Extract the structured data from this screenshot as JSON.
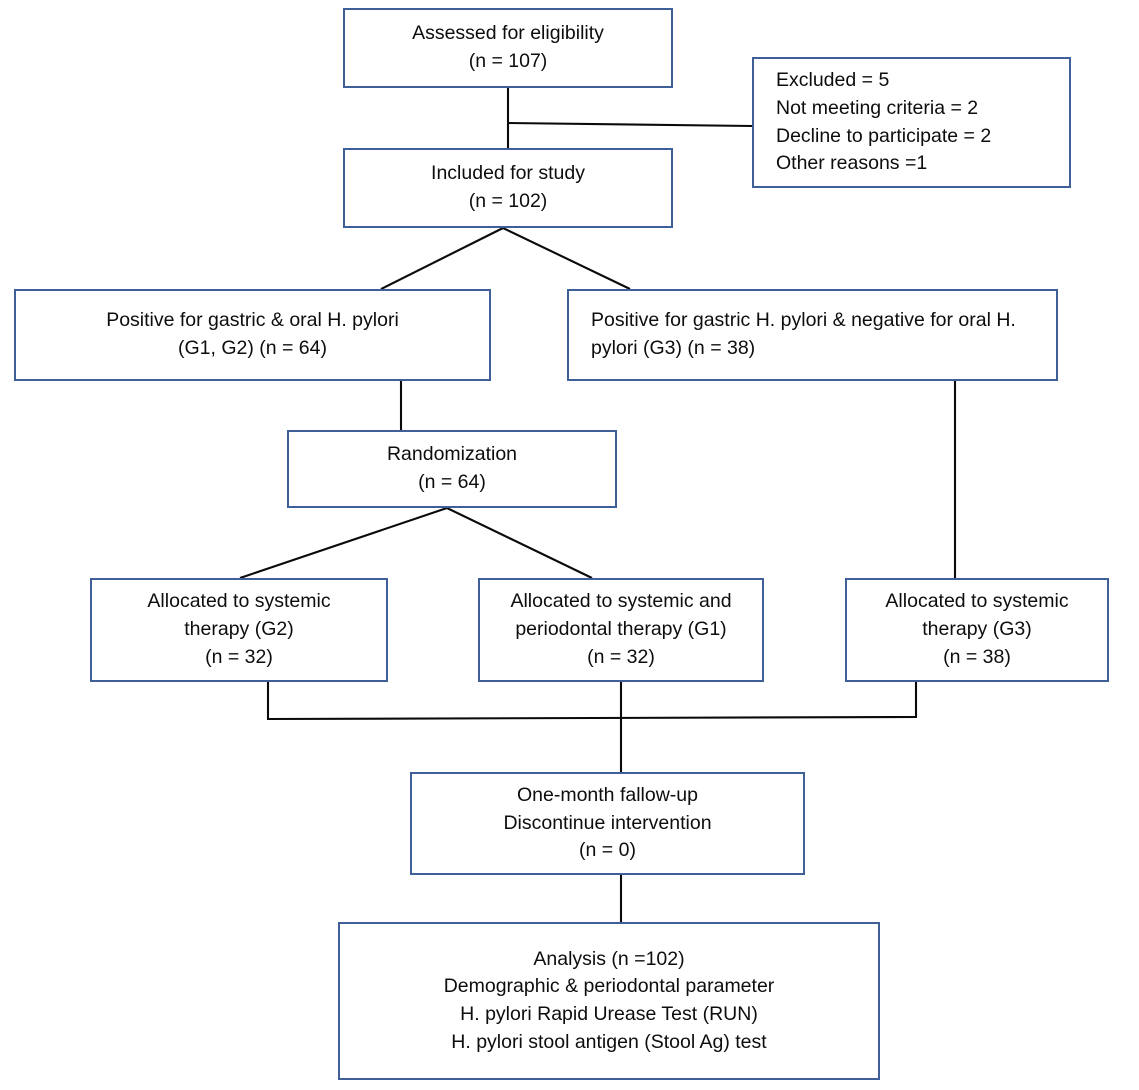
{
  "diagram": {
    "title": "CONSORT participant flow diagram",
    "type": "flowchart",
    "border_color": "#3f5f99",
    "line_color": "#0a0a0a",
    "background": "#ffffff",
    "nodes": {
      "assessed": {
        "line1": "Assessed for eligibility",
        "line2": "(n = 107)"
      },
      "excluded": {
        "line1": "Excluded = 5",
        "line2": "Not meeting criteria = 2",
        "line3": "Decline to participate = 2",
        "line4": "Other reasons =1"
      },
      "included": {
        "line1": "Included for study",
        "line2": "(n = 102)"
      },
      "positive_both": {
        "line1": "Positive for gastric & oral H. pylori",
        "line2": "(G1, G2) (n = 64)"
      },
      "positive_gastric_only": {
        "line1": "Positive for gastric H. pylori & negative for oral H. pylori (G3) (n = 38)"
      },
      "randomization": {
        "line1": "Randomization",
        "line2": "(n = 64)"
      },
      "alloc_g2": {
        "line1": "Allocated to systemic",
        "line2": "therapy (G2)",
        "line3": "(n = 32)"
      },
      "alloc_g1": {
        "line1": "Allocated to systemic and",
        "line2": "periodontal therapy (G1)",
        "line3": "(n = 32)"
      },
      "alloc_g3": {
        "line1": "Allocated to systemic",
        "line2": "therapy (G3)",
        "line3": "(n = 38)"
      },
      "followup": {
        "line1": "One-month fallow-up",
        "line2": "Discontinue intervention",
        "line3": "(n = 0)"
      },
      "analysis": {
        "line1": "Analysis (n =102)",
        "line2": "Demographic & periodontal parameter",
        "line3": "H. pylori Rapid Urease Test (RUN)",
        "line4": "H. pylori stool antigen (Stool Ag) test"
      }
    }
  }
}
